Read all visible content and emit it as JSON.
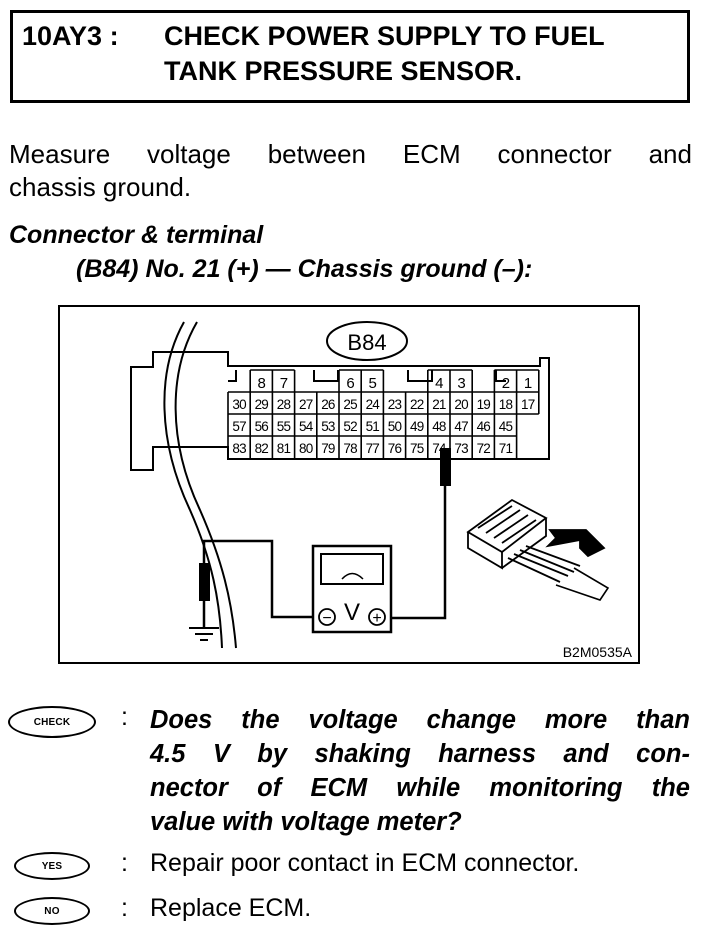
{
  "header": {
    "code": "10AY3 :",
    "title_line1": "CHECK POWER SUPPLY TO FUEL",
    "title_line2": "TANK PRESSURE SENSOR."
  },
  "instruction": {
    "line1": [
      "Measure",
      "voltage",
      "between",
      "ECM",
      "connector",
      "and"
    ],
    "line2": "chassis ground."
  },
  "connector_section": {
    "label": "Connector & terminal",
    "detail": "(B84) No. 21 (+) — Chassis ground (–):"
  },
  "diagram": {
    "connector_id": "B84",
    "top_row": [
      "8",
      "7",
      "6",
      "5",
      "4",
      "3",
      "2",
      "1"
    ],
    "row1": [
      "30",
      "29",
      "28",
      "27",
      "26",
      "25",
      "24",
      "23",
      "22",
      "21",
      "20",
      "19",
      "18",
      "17"
    ],
    "row2": [
      "57",
      "56",
      "55",
      "54",
      "53",
      "52",
      "51",
      "50",
      "49",
      "48",
      "47",
      "46",
      "45"
    ],
    "row3": [
      "83",
      "82",
      "81",
      "80",
      "79",
      "78",
      "77",
      "76",
      "75",
      "74",
      "73",
      "72",
      "71"
    ],
    "meter_symbol": "V",
    "minus_symbol": "−",
    "plus_symbol": "+",
    "figure_code": "B2M0535A"
  },
  "check": {
    "badge": "CHECK",
    "colon": ":",
    "line1": "Does the voltage change more than",
    "line2": "4.5 V by shaking harness and con-",
    "line3": "nector of ECM while monitoring the",
    "line4": "value with voltage meter?"
  },
  "yes": {
    "badge": "YES",
    "colon": ":",
    "text": "Repair poor contact in ECM connector."
  },
  "no": {
    "badge": "NO",
    "colon": ":",
    "text": "Replace ECM."
  }
}
